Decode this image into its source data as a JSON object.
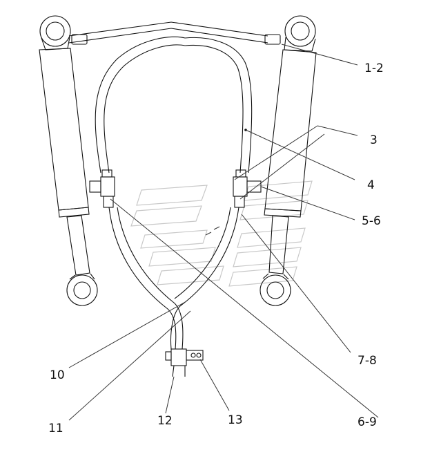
{
  "callouts": [
    {
      "id": "c1",
      "label": "1-2"
    },
    {
      "id": "c2",
      "label": "3"
    },
    {
      "id": "c3",
      "label": "4"
    },
    {
      "id": "c4",
      "label": "5-6"
    },
    {
      "id": "c5",
      "label": "7-8"
    },
    {
      "id": "c6",
      "label": "6-9"
    },
    {
      "id": "c7",
      "label": "10"
    },
    {
      "id": "c8",
      "label": "11"
    },
    {
      "id": "c9",
      "label": "12"
    },
    {
      "id": "c10",
      "label": "13"
    }
  ]
}
